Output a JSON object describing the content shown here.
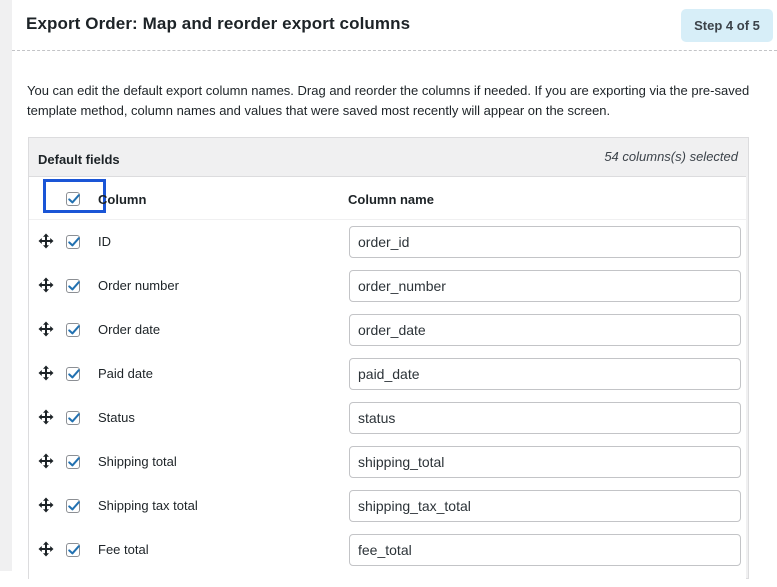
{
  "header": {
    "title": "Export Order: Map and reorder export columns",
    "step": "Step 4 of 5"
  },
  "description": "You can edit the default export column names. Drag and reorder the columns if needed. If you are exporting via the pre-saved template method, column names and values that were saved most recently will appear on the screen.",
  "fields": {
    "label": "Default fields",
    "selected_count": "54 columns(s) selected",
    "column_header": "Column",
    "column_name_header": "Column name",
    "rows": [
      {
        "label": "ID",
        "value": "order_id"
      },
      {
        "label": "Order number",
        "value": "order_number"
      },
      {
        "label": "Order date",
        "value": "order_date"
      },
      {
        "label": "Paid date",
        "value": "paid_date"
      },
      {
        "label": "Status",
        "value": "status"
      },
      {
        "label": "Shipping total",
        "value": "shipping_total"
      },
      {
        "label": "Shipping tax total",
        "value": "shipping_tax_total"
      },
      {
        "label": "Fee total",
        "value": "fee_total"
      }
    ]
  },
  "colors": {
    "accent": "#2271b1",
    "focus": "#1a55d6",
    "badge_bg": "#d7eef8"
  },
  "icons": {
    "drag": "move-arrows-icon",
    "check": "checkmark-icon"
  }
}
